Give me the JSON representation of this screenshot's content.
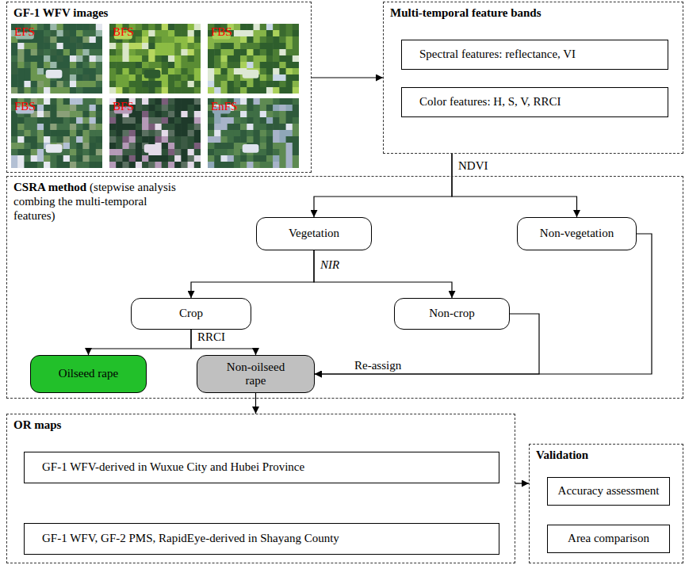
{
  "diagram": {
    "nodes": [
      {
        "text": [
          "GF-1 WFV images"
        ]
      },
      {
        "text": [
          "EFS"
        ],
        "in": 0
      },
      {
        "text": [
          "BFS"
        ],
        "in": 0
      },
      {
        "text": [
          "FBS"
        ],
        "in": 0
      },
      {
        "text": [
          "FBS"
        ],
        "in": 0
      },
      {
        "text": [
          "BFS"
        ],
        "in": 0
      },
      {
        "text": [
          "EnFS"
        ],
        "in": 0
      },
      {
        "text": [
          "Multi-temporal feature bands"
        ]
      },
      {
        "text": [
          "Spectral features: reflectance, VI"
        ],
        "in": 7
      },
      {
        "text": [
          "Color features: H, S, V, RRCI"
        ],
        "in": 7
      },
      {
        "text": [
          "CSRA method",
          "(stepwise analysis combing the multi-temporal features)"
        ]
      },
      {
        "text": [
          "Vegetation"
        ],
        "in": 10
      },
      {
        "text": [
          "Non-vegetation"
        ],
        "in": 10
      },
      {
        "text": [
          "Crop"
        ],
        "in": 10
      },
      {
        "text": [
          "Non-crop"
        ],
        "in": 10
      },
      {
        "text": [
          "Oilseed rape"
        ],
        "in": 10
      },
      {
        "text": [
          "Non-oilseed rape"
        ],
        "in": 10
      },
      {
        "text": [
          "OR maps"
        ]
      },
      {
        "text": [
          "GF-1 WFV-derived in Wuxue City and Hubei Province"
        ],
        "in": 17
      },
      {
        "text": [
          "GF-1 WFV, GF-2 PMS, RapidEye-derived in Shayang County"
        ],
        "in": 17
      },
      {
        "text": [
          "Validation"
        ]
      },
      {
        "text": [
          "Accuracy assessment"
        ],
        "in": 20
      },
      {
        "text": [
          "Area comparison"
        ],
        "in": 20
      }
    ],
    "edges": [
      {
        "from": 0,
        "to": 7,
        "arrow": "to"
      },
      {
        "from": 7,
        "to": 11,
        "label": "NDVI",
        "arrow": "to"
      },
      {
        "from": 7,
        "to": 12,
        "arrow": "to"
      },
      {
        "from": 11,
        "to": 13,
        "label": "NIR",
        "arrow": "to"
      },
      {
        "from": 11,
        "to": 14,
        "arrow": "to"
      },
      {
        "from": 13,
        "to": 15,
        "label": "RRCI",
        "arrow": "to"
      },
      {
        "from": 13,
        "to": 16,
        "arrow": "to"
      },
      {
        "from": 14,
        "to": 16,
        "label": "Re-assign",
        "arrow": "to"
      },
      {
        "from": 12,
        "to": 16,
        "arrow": "to"
      },
      {
        "from": 16,
        "to": 17,
        "arrow": "to"
      },
      {
        "from": 17,
        "to": 20,
        "arrow": "to"
      }
    ]
  }
}
